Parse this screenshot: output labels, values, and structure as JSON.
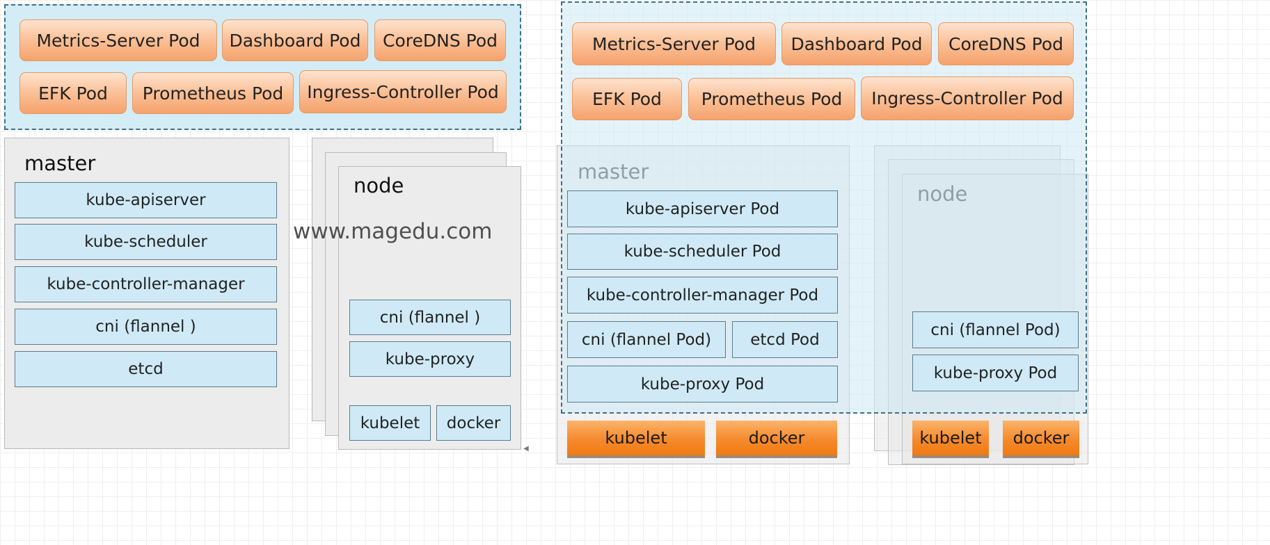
{
  "watermark": "www.magedu.com",
  "left_diagram": {
    "addons": [
      "Metrics-Server Pod",
      "Dashboard Pod",
      "CoreDNS Pod",
      "EFK Pod",
      "Prometheus Pod",
      "Ingress-Controller Pod"
    ],
    "master": {
      "title": "master",
      "components": [
        "kube-apiserver",
        "kube-scheduler",
        "kube-controller-manager",
        "cni (flannel )",
        "etcd"
      ]
    },
    "node": {
      "title": "node",
      "components": [
        "cni (flannel )",
        "kube-proxy"
      ],
      "runtime": [
        "kubelet",
        "docker"
      ]
    }
  },
  "right_diagram": {
    "addons": [
      "Metrics-Server Pod",
      "Dashboard Pod",
      "CoreDNS Pod",
      "EFK Pod",
      "Prometheus Pod",
      "Ingress-Controller Pod"
    ],
    "master": {
      "title": "master",
      "components": [
        "kube-apiserver Pod",
        "kube-scheduler Pod",
        "kube-controller-manager Pod",
        "cni (flannel  Pod)",
        "etcd Pod",
        "kube-proxy Pod"
      ],
      "runtime": [
        "kubelet",
        "docker"
      ]
    },
    "node": {
      "title": "node",
      "components": [
        "cni (flannel  Pod)",
        "kube-proxy Pod"
      ],
      "runtime": [
        "kubelet",
        "docker"
      ]
    }
  },
  "colors": {
    "addon_region": "#d3ecf6",
    "addon_border": "#3e6f86",
    "pod_orange": "#fbc39b",
    "runtime_orange": "#f58a2c",
    "component_blue": "#cfeaf6",
    "panel_grey": "#ececec"
  }
}
